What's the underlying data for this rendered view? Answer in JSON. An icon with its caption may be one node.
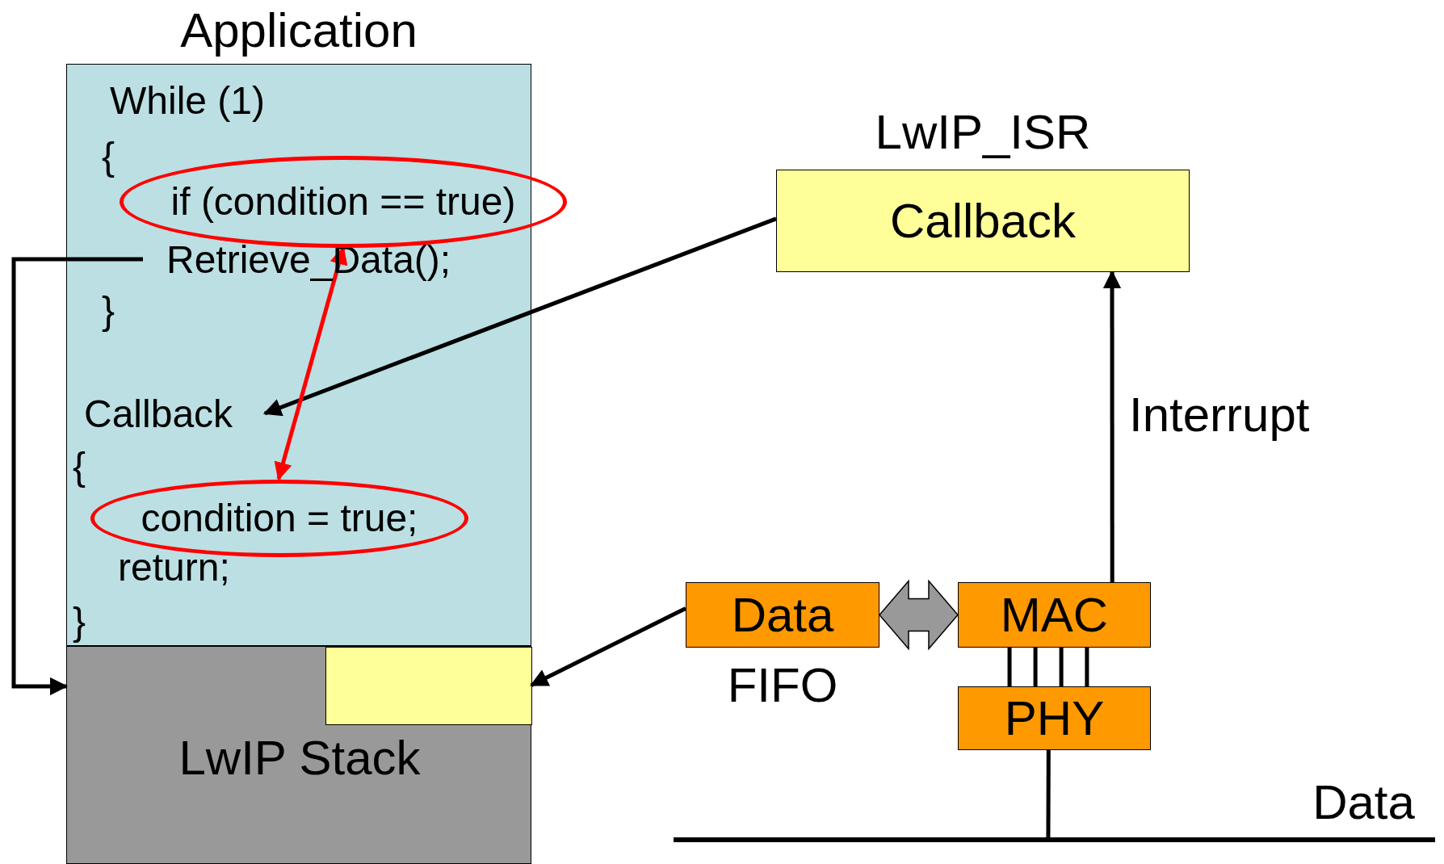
{
  "diagram": {
    "nodes": [
      {
        "text": [
          "Application"
        ]
      },
      {
        "text": [
          "LwIP Stack"
        ]
      },
      {
        "text": [],
        "shape": "box",
        "in": 1
      },
      {
        "text": [
          "if (condition == true)"
        ]
      },
      {
        "text": [
          "Retrieve_Data();"
        ],
        "in": 0
      },
      {
        "text": [
          "Callback"
        ],
        "in": 0
      },
      {
        "text": [
          "condition = true;"
        ],
        "in": 0
      },
      {
        "text": [
          "LwIP_ISR",
          "Callback"
        ]
      },
      {
        "text": [
          "Data"
        ],
        "beside": [
          "FIFO"
        ]
      },
      {
        "text": [
          "MAC"
        ]
      },
      {
        "text": [
          "PHY"
        ]
      },
      {
        "text": [],
        "shape": "bar",
        "beside": [
          "Data"
        ]
      }
    ],
    "edges": [
      {
        "from": 7,
        "to": 5,
        "arrow": "to"
      },
      {
        "from": 8,
        "to": 2,
        "arrow": "to"
      },
      {
        "from": 3,
        "to": 6,
        "arrow": "both",
        "color": "#ff0000"
      },
      {
        "from": 4,
        "to": 1,
        "arrow": "to"
      },
      {
        "from": 9,
        "to": 7,
        "arrow": "to",
        "label": "Interrupt"
      },
      {
        "from": 8,
        "to": 9,
        "arrow": "both",
        "style": "thick",
        "color": "#999999"
      },
      {
        "from": 9,
        "to": 10,
        "arrow": "none"
      },
      {
        "from": 9,
        "to": 10,
        "arrow": "none"
      },
      {
        "from": 9,
        "to": 10,
        "arrow": "none"
      },
      {
        "from": 9,
        "to": 10,
        "arrow": "none"
      },
      {
        "from": 10,
        "to": 11,
        "arrow": "none"
      }
    ],
    "labels": [
      "While (1)",
      "{",
      "}",
      "{",
      "return;",
      "}"
    ]
  }
}
